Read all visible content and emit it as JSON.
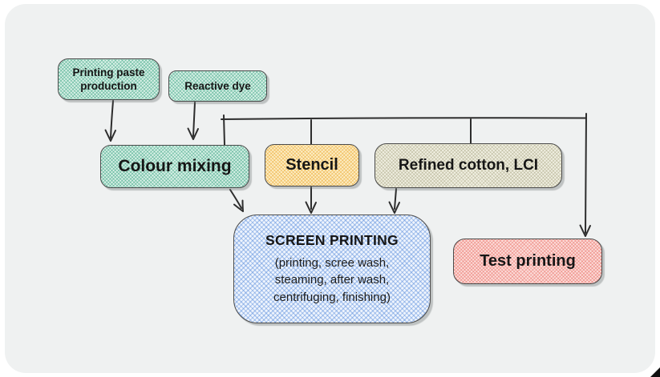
{
  "canvas": {
    "page_bg": "#ffffff",
    "card_bg": "#eff1f1",
    "line_color": "#2d2d2d",
    "border_color": "#4b4b4b"
  },
  "nodes": {
    "printing_paste": {
      "lines": [
        "Printing paste",
        "production"
      ],
      "fill": "#a9dcc9",
      "texture": "crosshatch-teal"
    },
    "reactive_dye": {
      "label": "Reactive dye",
      "fill": "#a9dcc9",
      "texture": "crosshatch-teal"
    },
    "colour_mixing": {
      "label": "Colour mixing",
      "fill": "#a9dcc9",
      "texture": "crosshatch-teal"
    },
    "stencil": {
      "label": "Stencil",
      "fill": "#f7d486",
      "texture": "crosshatch-yellow"
    },
    "refined_cotton": {
      "label": "Refined cotton, LCI",
      "fill": "#e5e3d1",
      "texture": "crosshatch-beige"
    },
    "screen_printing": {
      "title": "SCREEN PRINTING",
      "lines": [
        "(printing, scree wash,",
        "steaming, after wash,",
        "centrifuging, finishing)"
      ],
      "fill": "#cfe0f6",
      "texture": "crosshatch-blue"
    },
    "test_printing": {
      "label": "Test printing",
      "fill": "#f5bcb8",
      "texture": "crosshatch-pink"
    }
  },
  "edges": [
    {
      "from": "printing_paste",
      "to": "colour_mixing",
      "arrowhead": true
    },
    {
      "from": "reactive_dye",
      "to": "colour_mixing",
      "arrowhead": true
    },
    {
      "from": "colour_mixing",
      "to": "screen_printing",
      "arrowhead": true
    },
    {
      "from": "stencil",
      "to": "screen_printing",
      "arrowhead": true
    },
    {
      "from": "refined_cotton",
      "to": "screen_printing",
      "arrowhead": true
    },
    {
      "type": "bus",
      "connects": [
        "colour_mixing",
        "stencil",
        "refined_cotton"
      ],
      "to": "test_printing",
      "arrowhead": true
    }
  ]
}
